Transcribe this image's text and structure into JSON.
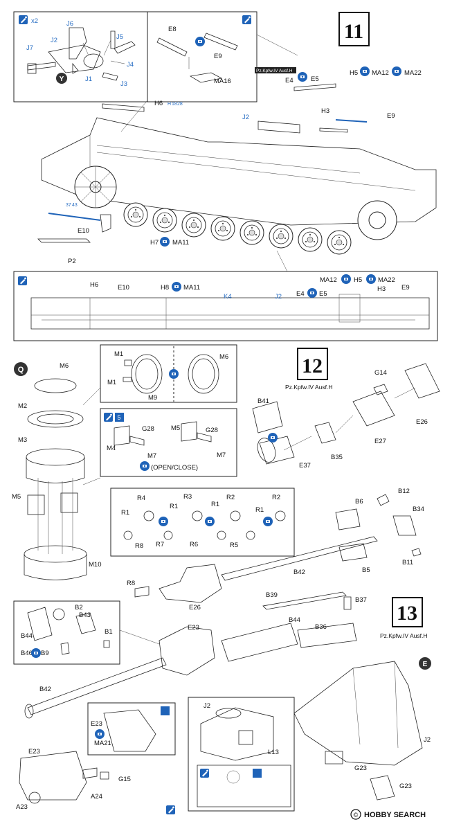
{
  "colors": {
    "accent": "#1f63b8",
    "ink": "#111111",
    "paint": "#2a6fc4"
  },
  "steps": {
    "s11": "11",
    "s12": "12",
    "s13": "13"
  },
  "variant": "Pz.Kpfw.IV Ausf.H",
  "callouts": {
    "y": "Y",
    "q": "Q",
    "e": "E",
    "x2": "x2",
    "x5": "5"
  },
  "open_close": "(OPEN/CLOSE)",
  "icons": {
    "glue": "glue-icon",
    "tube": "cement-icon",
    "paint": "paint-icon",
    "drill": "drill-icon"
  },
  "paint_codes": {
    "ma11": "MA11",
    "ma12": "MA12",
    "ma22": "MA22",
    "ma16": "MA16",
    "ma21": "MA21"
  },
  "refs": {
    "h18": "18",
    "h28": "28",
    "h37": "37",
    "h43": "43",
    "h": "H"
  },
  "labels": {
    "j6": "J6",
    "j5": "J5",
    "j2": "J2",
    "j7": "J7",
    "j4": "J4",
    "j1": "J1",
    "j3": "J3",
    "e8": "E8",
    "e9": "E9",
    "h6": "H6",
    "e4": "E4",
    "e5": "E5",
    "h5": "H5",
    "h3": "H3",
    "e10": "E10",
    "h7": "H7",
    "p2": "P2",
    "h8": "H8",
    "k4": "K4",
    "e9b": "E9",
    "m1": "M1",
    "m1b": "M1",
    "m9": "M9",
    "m6": "M6",
    "m6b": "M6",
    "m2": "M2",
    "m3": "M3",
    "m5": "M5",
    "m10": "M10",
    "g28": "G28",
    "g28b": "G28",
    "m4": "M4",
    "m5b": "M5",
    "m7": "M7",
    "m7b": "M7",
    "g14": "G14",
    "b41": "B41",
    "e26": "E26",
    "e27": "E27",
    "e37": "E37",
    "b35": "B35",
    "r4": "R4",
    "r3": "R3",
    "r1": "R1",
    "r2": "R2",
    "r1b": "R1",
    "r1c": "R1",
    "r2b": "R2",
    "r1d": "R1",
    "r8": "R8",
    "r7": "R7",
    "r6": "R6",
    "r5": "R5",
    "r8b": "R8",
    "b6": "B6",
    "b12": "B12",
    "b34": "B34",
    "b11": "B11",
    "b5": "B5",
    "b42": "B42",
    "e26b": "E26",
    "b39": "B39",
    "b37": "B37",
    "b2": "B2",
    "b43": "B43",
    "b1": "B1",
    "b44": "B44",
    "b44b": "B44",
    "b46": "B46",
    "b9": "B9",
    "e23": "E23",
    "b36": "B36",
    "b42b": "B42",
    "e23b": "E23",
    "e23c": "E23",
    "g15": "G15",
    "a23": "A23",
    "a24": "A24",
    "j2b": "J2",
    "l13": "L13",
    "j2c": "J2",
    "g23": "G23",
    "g23b": "G23"
  },
  "watermark": {
    "copyright": "©",
    "brand": "HOBBY SEARCH"
  }
}
